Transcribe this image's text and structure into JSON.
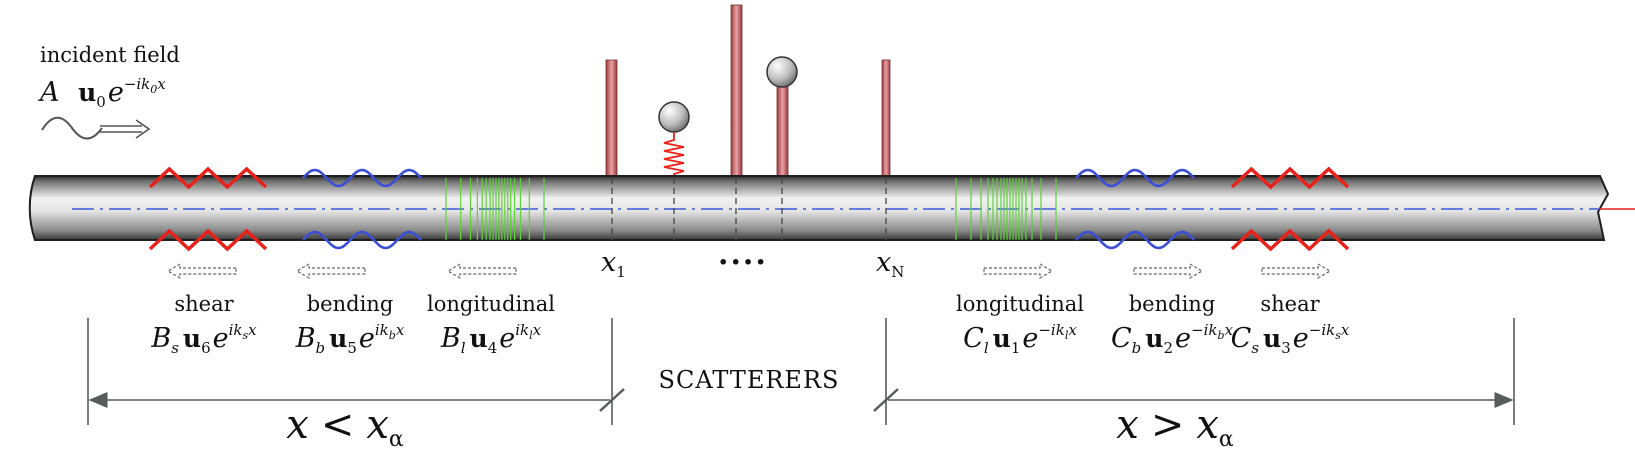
{
  "incident": {
    "label": "incident field",
    "amp": "A",
    "vec": "u",
    "vec_sub": "0",
    "exp_base": "e",
    "exp_power": "−ik",
    "exp_power_sub": "0",
    "exp_power_x": "x"
  },
  "left_waves": [
    {
      "label": "shear",
      "coef": "B",
      "coef_sub": "s",
      "vec": "u",
      "vec_sub": "6",
      "exp_power": "ik",
      "exp_power_sub": "s",
      "exp_power_x": "x"
    },
    {
      "label": "bending",
      "coef": "B",
      "coef_sub": "b",
      "vec": "u",
      "vec_sub": "5",
      "exp_power": "ik",
      "exp_power_sub": "b",
      "exp_power_x": "x"
    },
    {
      "label": "longitudinal",
      "coef": "B",
      "coef_sub": "l",
      "vec": "u",
      "vec_sub": "4",
      "exp_power": "ik",
      "exp_power_sub": "l",
      "exp_power_x": "x"
    }
  ],
  "right_waves": [
    {
      "label": "longitudinal",
      "coef": "C",
      "coef_sub": "l",
      "vec": "u",
      "vec_sub": "1",
      "exp_power": "−ik",
      "exp_power_sub": "l",
      "exp_power_x": "x"
    },
    {
      "label": "bending",
      "coef": "C",
      "coef_sub": "b",
      "vec": "u",
      "vec_sub": "2",
      "exp_power": "−ik",
      "exp_power_sub": "b",
      "exp_power_x": "x"
    },
    {
      "label": "shear",
      "coef": "C",
      "coef_sub": "s",
      "vec": "u",
      "vec_sub": "3",
      "exp_power": "−ik",
      "exp_power_sub": "s",
      "exp_power_x": "x"
    }
  ],
  "positions": {
    "x1": "x",
    "x1_sub": "1",
    "xN": "x",
    "xN_sub": "N",
    "dots": "····"
  },
  "region_label": "SCATTERERS",
  "left_region": {
    "lhs": "x",
    "op": "<",
    "rhs": "x",
    "rhs_sub": "α"
  },
  "right_region": {
    "lhs": "x",
    "op": ">",
    "rhs": "x",
    "rhs_sub": "α"
  },
  "colors": {
    "shear": "#e8221b",
    "bending": "#3a4fd6",
    "longitudinal": "#5fd13a",
    "scatterer": "#c9585b",
    "axis": "#3a5ad8",
    "dimension": "#555c5c"
  }
}
